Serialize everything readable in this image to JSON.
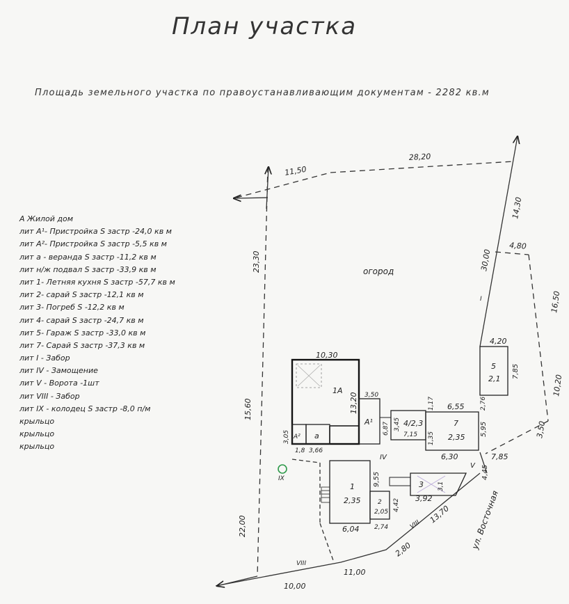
{
  "title": "План участка",
  "area_note": "Площадь земельного участка по правоустанавливающим документам - 2282 кв.м",
  "legend": [
    "А Жилой дом",
    "лит А¹- Пристройка S застр -24,0 кв м",
    "лит А²- Пристройка S застр -5,5 кв м",
    "лит а - веранда S застр -11,2 кв м",
    "лит н/ж подвал S застр -33,9 кв м",
    "лит 1- Летняя кухня S застр -57,7 кв м",
    "лит 2- сарай S застр -12,1 кв м",
    "лит 3- Погреб S -12,2 кв м",
    "лит 4- сарай S застр -24,7 кв м",
    "лит 5- Гараж S застр -33,0 кв м",
    "лит 7- Сарай S застр -37,3 кв м",
    "лит I - Забор",
    "лит IV - Замощение",
    "лит V - Ворота -1шт",
    "лит VIII - Забор",
    "лит IX - колодец S застр -8,0 п/м",
    "крыльцо",
    "крыльцо",
    "крыльцо"
  ],
  "plan": {
    "dims": {
      "top_left": "11,50",
      "top_right": "28,20",
      "right_upper": "14,30",
      "right_mid": "30,00",
      "right_ext_top": "4,80",
      "right_ext_side": "16,50",
      "right_ext_lower": "10,20",
      "right_bottom": "3,50",
      "left_upper": "23,30",
      "left_mid": "15,60",
      "left_lower": "22,00",
      "bottom_left": "10,00",
      "bottom_mid": "11,00",
      "bottom_right1": "2,80",
      "bottom_right2": "13,70",
      "house_width": "10,30",
      "house_height": "13,20",
      "a1_top": "3,50",
      "a1_side": "6,87",
      "a2_side": "3,05",
      "a2_bottom": "1,8",
      "a_bottom": "3,66",
      "b4_side_left": "3,45",
      "b4_top": "1,17",
      "b4_bottom": "7,15",
      "b4_side_right": "1,35",
      "b7_top": "6,55",
      "b7_side": "5,95",
      "b7_bottom": "6,30",
      "gap_276": "2,76",
      "gate_445": "4,45",
      "gate_785": "7,85",
      "b5_top": "4,20",
      "b5_side": "7,85",
      "b1_side": "9,55",
      "b1_bottom": "6,04",
      "b2_side": "4,42",
      "b2_bottom": "2,74",
      "b3_side": "3,1"
    },
    "labels": {
      "garden": "огород",
      "house": "1А",
      "a1": "А¹",
      "a2": "А²",
      "a": "а",
      "b4": "4/2,3",
      "b7_num": "7",
      "b7_h": "2,35",
      "b5_num": "5",
      "b5_h": "2,1",
      "b1_num": "1",
      "b1_h": "2,35",
      "b2_num": "2",
      "b2_h": "2,05",
      "b3_num": "3",
      "b3_h": "3,92",
      "paving": "IV",
      "gate": "V",
      "fence_viii_1": "VIII",
      "fence_viii_2": "VIII",
      "fence_i": "I",
      "well": "IX",
      "street": "ул. Восточная"
    }
  }
}
